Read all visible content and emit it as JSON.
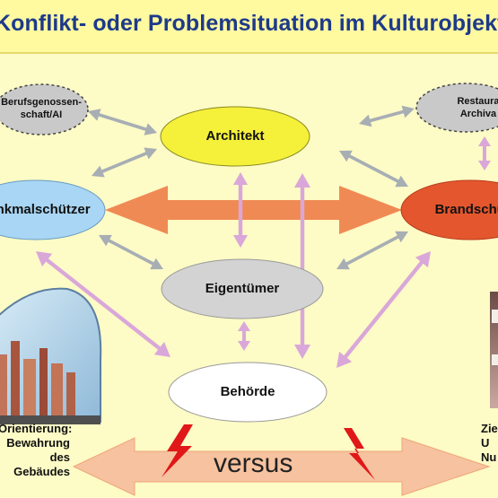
{
  "title": "Konflikt- oder Problemsituation im Kulturobjekt",
  "nodes": {
    "berufsgenossenschaft": "Berufsgenossen-\nschaft/AI",
    "architekt": "Architekt",
    "restaurator": "Restaura\nArchiva",
    "denkmalschuetzer": "Denkmalschützer",
    "brandschutz": "Brandschutz",
    "eigentuemer": "Eigentümer",
    "behoerde": "Behörde"
  },
  "captions": {
    "left": "Orientierung:\nBewahrung des\nGebäudes",
    "right": "Zie\nU\nNu"
  },
  "versus": "versus",
  "colors": {
    "title_text": "#1d3a8a",
    "arch_fill": "#f5f03a",
    "denkmal_fill": "#a8d6f4",
    "brand_fill": "#e4572e",
    "small_fill": "#c9c9c9",
    "eigen_fill": "#d3d3d3",
    "behoerde_fill": "#ffffff",
    "orange_arrow": "#f08a54",
    "violet_arrow": "#d9a7d9",
    "grey_arrow": "#a7aeb4"
  }
}
